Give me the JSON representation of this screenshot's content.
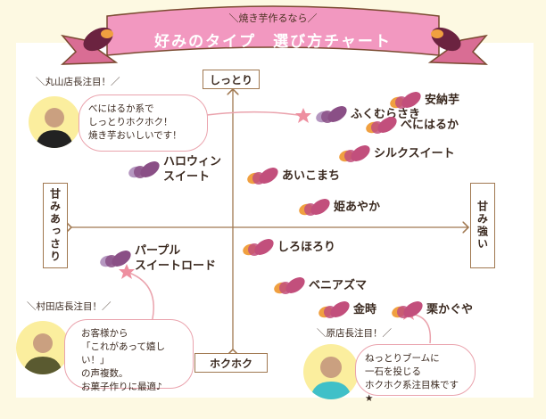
{
  "banner": {
    "subtitle": "＼焼き芋作るなら／",
    "title": "好みのタイプ　選び方チャート"
  },
  "axes": {
    "top": "しっとり",
    "bottom": "ホクホク",
    "left": "甘みあっさり",
    "right": "甘み強い"
  },
  "varieties": [
    {
      "name": "安納芋",
      "icon": "orange"
    },
    {
      "name": "ふくむらさき",
      "icon": "purple"
    },
    {
      "name": "べにはるか",
      "icon": "orange"
    },
    {
      "name": "シルクスイート",
      "icon": "orange"
    },
    {
      "name": "ハロウィン\nスイート",
      "icon": "purple"
    },
    {
      "name": "あいこまち",
      "icon": "orange"
    },
    {
      "name": "姫あやか",
      "icon": "orange"
    },
    {
      "name": "しろほろり",
      "icon": "orange"
    },
    {
      "name": "パープル\nスイートロード",
      "icon": "purple"
    },
    {
      "name": "ベニアズマ",
      "icon": "orange"
    },
    {
      "name": "金時",
      "icon": "orange"
    },
    {
      "name": "栗かぐや",
      "icon": "orange"
    }
  ],
  "comments": [
    {
      "attention": "＼丸山店長注目！／",
      "text": "べにはるか系で\nしっとりホクホク！\n焼き芋おいしいです！"
    },
    {
      "attention": "＼村田店長注目！／",
      "text": "お客様から\n「これがあって嬉しい！」\nの声複数。\nお菓子作りに最適♪"
    },
    {
      "attention": "＼原店長注目！／",
      "text": "ねっとりブームに\n一石を投じる\nホクホク系注目株です★"
    }
  ],
  "colors": {
    "banner": "#f298c0",
    "bubble_border": "#eaa3ad",
    "axis": "#a07850",
    "potato": "#c24f7c",
    "purple": "#8a4f86",
    "tip": "#f0a040"
  }
}
